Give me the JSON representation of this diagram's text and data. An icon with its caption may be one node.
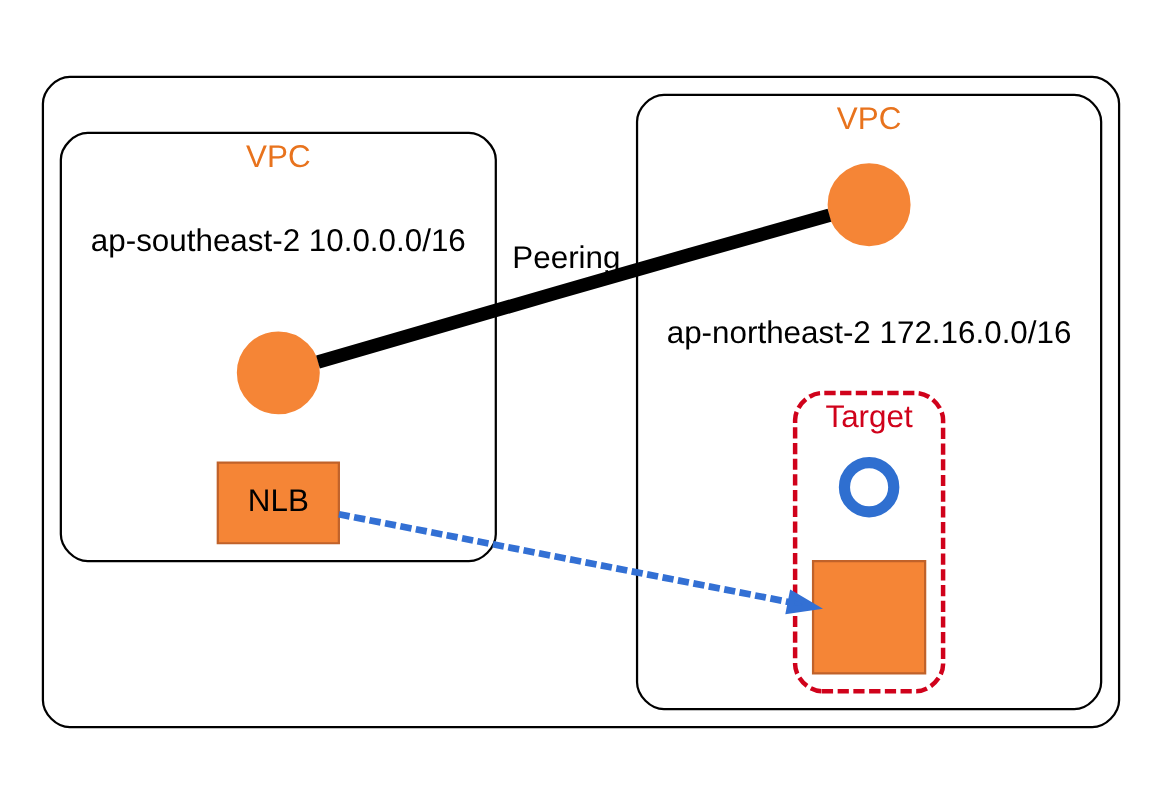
{
  "diagram": {
    "nodes": [
      {
        "text": [],
        "shape": "box"
      },
      {
        "text": [
          "VPC",
          "ap-southeast-2 10.0.0.0/16"
        ],
        "in": 0
      },
      {
        "text": [
          "VPC",
          "ap-northeast-2 172.16.0.0/16"
        ],
        "in": 0
      },
      {
        "text": [
          "NLB"
        ],
        "in": 1
      },
      {
        "text": [],
        "shape": "circle",
        "in": 1
      },
      {
        "text": [],
        "shape": "circle",
        "in": 2
      },
      {
        "text": [
          "Target"
        ],
        "in": 2
      },
      {
        "text": [],
        "shape": "circle",
        "in": 6
      },
      {
        "text": [],
        "shape": "box",
        "in": 6
      }
    ],
    "edges": [
      {
        "from": 4,
        "to": 5,
        "arrow": "none",
        "label": "Peering",
        "style": "thick",
        "color": "#000000"
      },
      {
        "from": 3,
        "to": 8,
        "arrow": "to",
        "style": "dashed",
        "color": "#3370d4"
      }
    ]
  }
}
